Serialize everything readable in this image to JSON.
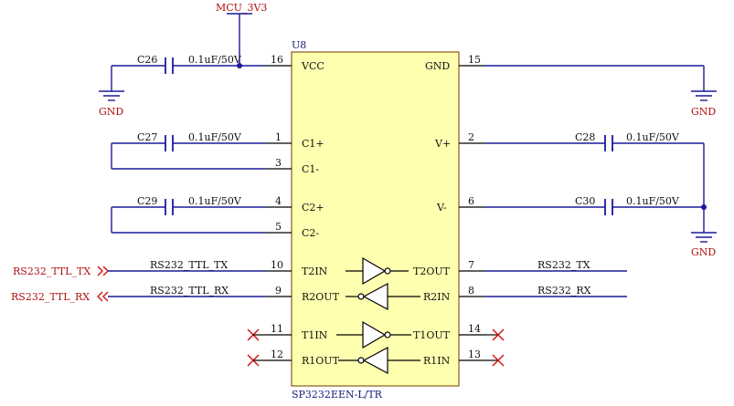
{
  "power_net": "MCU_3V3",
  "gnd_label": "GND",
  "chip": {
    "ref": "U8",
    "part": "SP3232EEN-L/TR",
    "left_pins": [
      {
        "num": "16",
        "name": "VCC"
      },
      {
        "num": "1",
        "name": "C1+"
      },
      {
        "num": "3",
        "name": "C1-"
      },
      {
        "num": "4",
        "name": "C2+"
      },
      {
        "num": "5",
        "name": "C2-"
      },
      {
        "num": "10",
        "name": "T2IN"
      },
      {
        "num": "9",
        "name": "R2OUT"
      },
      {
        "num": "11",
        "name": "T1IN"
      },
      {
        "num": "12",
        "name": "R1OUT"
      }
    ],
    "right_pins": [
      {
        "num": "15",
        "name": "GND"
      },
      {
        "num": "2",
        "name": "V+"
      },
      {
        "num": "6",
        "name": "V-"
      },
      {
        "num": "7",
        "name": "T2OUT"
      },
      {
        "num": "8",
        "name": "R2IN"
      },
      {
        "num": "14",
        "name": "T1OUT"
      },
      {
        "num": "13",
        "name": "R1IN"
      }
    ]
  },
  "capacitors": [
    {
      "ref": "C26",
      "value": "0.1uF/50V"
    },
    {
      "ref": "C27",
      "value": "0.1uF/50V"
    },
    {
      "ref": "C29",
      "value": "0.1uF/50V"
    },
    {
      "ref": "C28",
      "value": "0.1uF/50V"
    },
    {
      "ref": "C30",
      "value": "0.1uF/50V"
    }
  ],
  "nets": {
    "ttl_tx_port": "RS232_TTL_TX",
    "ttl_rx_port": "RS232_TTL_RX",
    "ttl_tx_wire": "RS232_TTL_TX",
    "ttl_rx_wire": "RS232_TTL_RX",
    "tx_wire": "RS232_TX",
    "rx_wire": "RS232_RX"
  }
}
